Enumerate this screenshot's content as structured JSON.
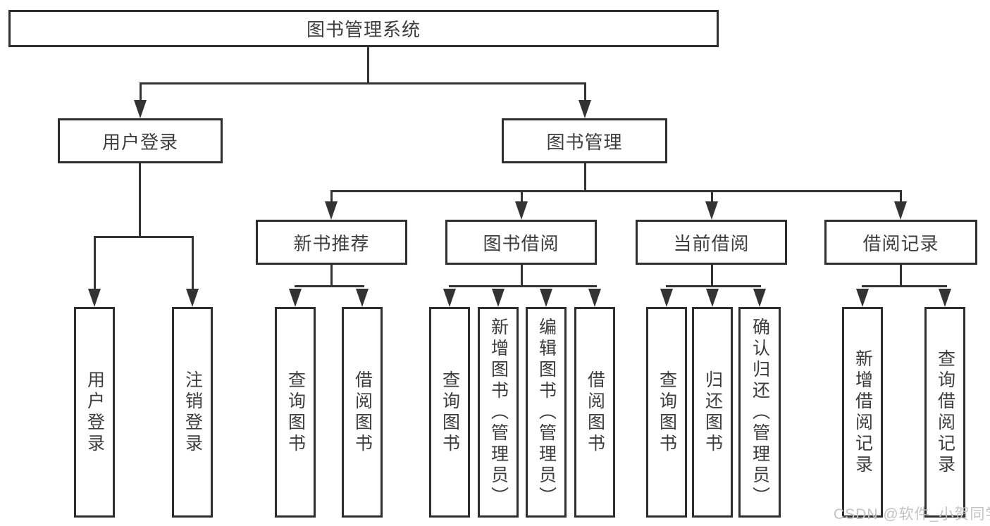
{
  "colors": {
    "line": "#333333",
    "box_border": "#2e2e2e",
    "text": "#3d3d3d",
    "background": "#ffffff",
    "watermark": "#c3c3c3"
  },
  "watermark": {
    "text": "CSDN @软件_小贺同学"
  },
  "tree": {
    "root": {
      "label": "图书管理系统"
    },
    "level2": [
      {
        "label": "用户登录",
        "children": [
          {
            "label": "用户登录"
          },
          {
            "label": "注销登录"
          }
        ]
      },
      {
        "label": "图书管理",
        "children": [
          {
            "label": "新书推荐",
            "children": [
              {
                "label": "查询图书"
              },
              {
                "label": "借阅图书"
              }
            ]
          },
          {
            "label": "图书借阅",
            "children": [
              {
                "label": "查询图书"
              },
              {
                "label": "新增图书（管理员）"
              },
              {
                "label": "编辑图书（管理员）"
              },
              {
                "label": "借阅图书"
              }
            ]
          },
          {
            "label": "当前借阅",
            "children": [
              {
                "label": "查询图书"
              },
              {
                "label": "归还图书"
              },
              {
                "label": "确认归还（管理员）"
              }
            ]
          },
          {
            "label": "借阅记录",
            "children": [
              {
                "label": "新增借阅记录"
              },
              {
                "label": "查询借阅记录"
              }
            ]
          }
        ]
      }
    ]
  }
}
